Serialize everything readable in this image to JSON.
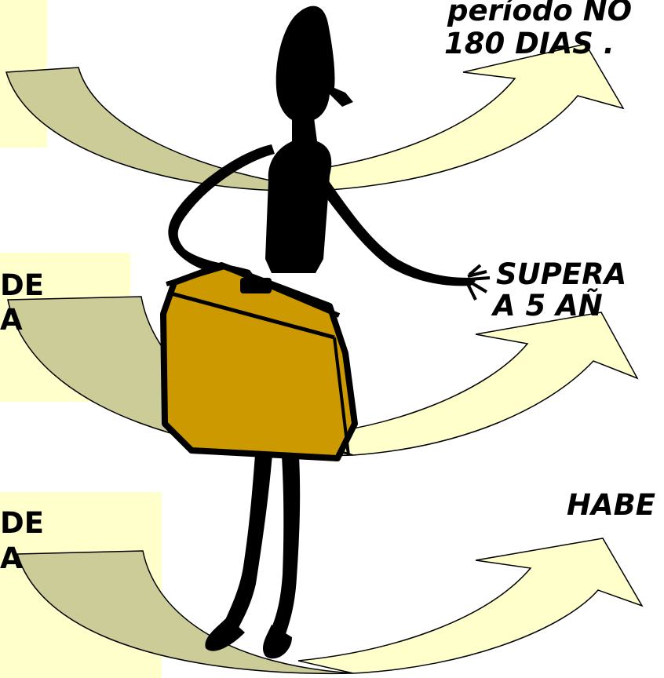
{
  "top_right_text": {
    "line1": "período NO",
    "line2": "180 DIAS ."
  },
  "middle_left_text": {
    "line1": "DE",
    "line2": "A"
  },
  "middle_right_text": {
    "line1": "SUPERA",
    "line2": "A 5 AÑ"
  },
  "bottom_left_text": {
    "line1": "DE",
    "line2": "A"
  },
  "bottom_right_text": {
    "line1": "HABE"
  },
  "colors": {
    "text_box": "#ffffcc",
    "arrow_dark": "#cccc99",
    "arrow_light": "#ffffcc",
    "figure": "#000000",
    "suitcase": "#cc9900"
  },
  "icons": [
    "curved-arrow-icon",
    "traveler-figure-icon",
    "suitcase-icon"
  ]
}
